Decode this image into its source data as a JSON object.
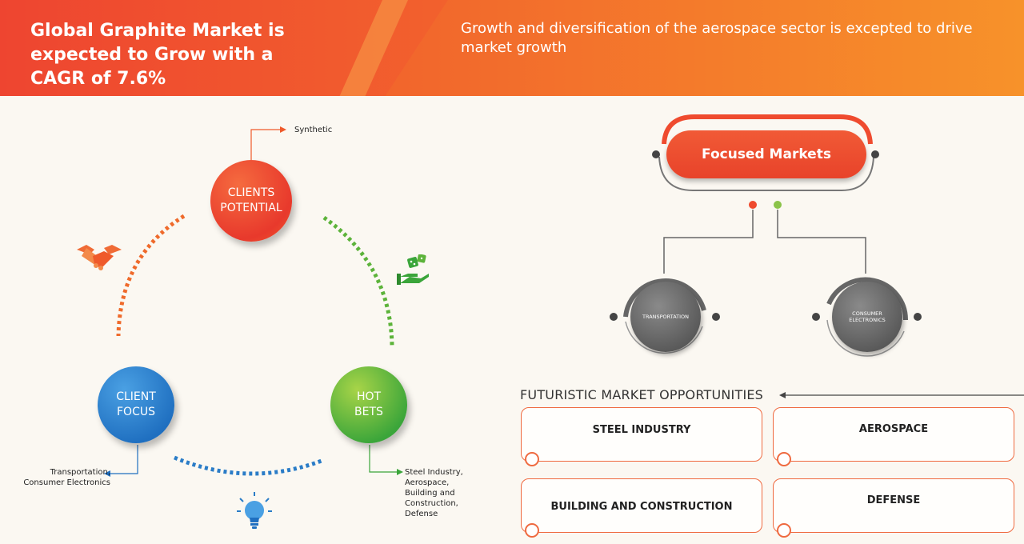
{
  "header": {
    "title": "Global Graphite Market is expected to Grow with a CAGR of 7.6%",
    "subtitle": "Growth and diversification of the aerospace sector is excepted to drive market growth"
  },
  "cycle": {
    "clients_potential": {
      "line1": "CLIENTS",
      "line2": "POTENTIAL",
      "detail": "Synthetic"
    },
    "client_focus": {
      "line1": "CLIENT",
      "line2": "FOCUS",
      "detail_line1": "Transportation,",
      "detail_line2": "Consumer Electronics"
    },
    "hot_bets": {
      "line1": "HOT",
      "line2": "BETS",
      "detail_lines": [
        "Steel Industry,",
        "Aerospace,",
        "Building and",
        "Construction,",
        "Defense"
      ]
    },
    "icons": [
      "handshake-icon",
      "dice-hand-icon",
      "lightbulb-icon"
    ],
    "colors": {
      "orange": "#ef5a2b",
      "green": "#3aa53a",
      "blue": "#1f6fc0"
    }
  },
  "focused_markets": {
    "title": "Focused Markets",
    "markets": [
      {
        "line1": "TRANSPORTATION",
        "line2": ""
      },
      {
        "line1": "CONSUMER",
        "line2": "ELECTRONICS"
      }
    ]
  },
  "futuristic": {
    "title": "FUTURISTIC MARKET OPPORTUNITIES",
    "items": [
      "STEEL INDUSTRY",
      "AEROSPACE",
      "BUILDING AND CONSTRUCTION",
      "DEFENSE"
    ]
  }
}
